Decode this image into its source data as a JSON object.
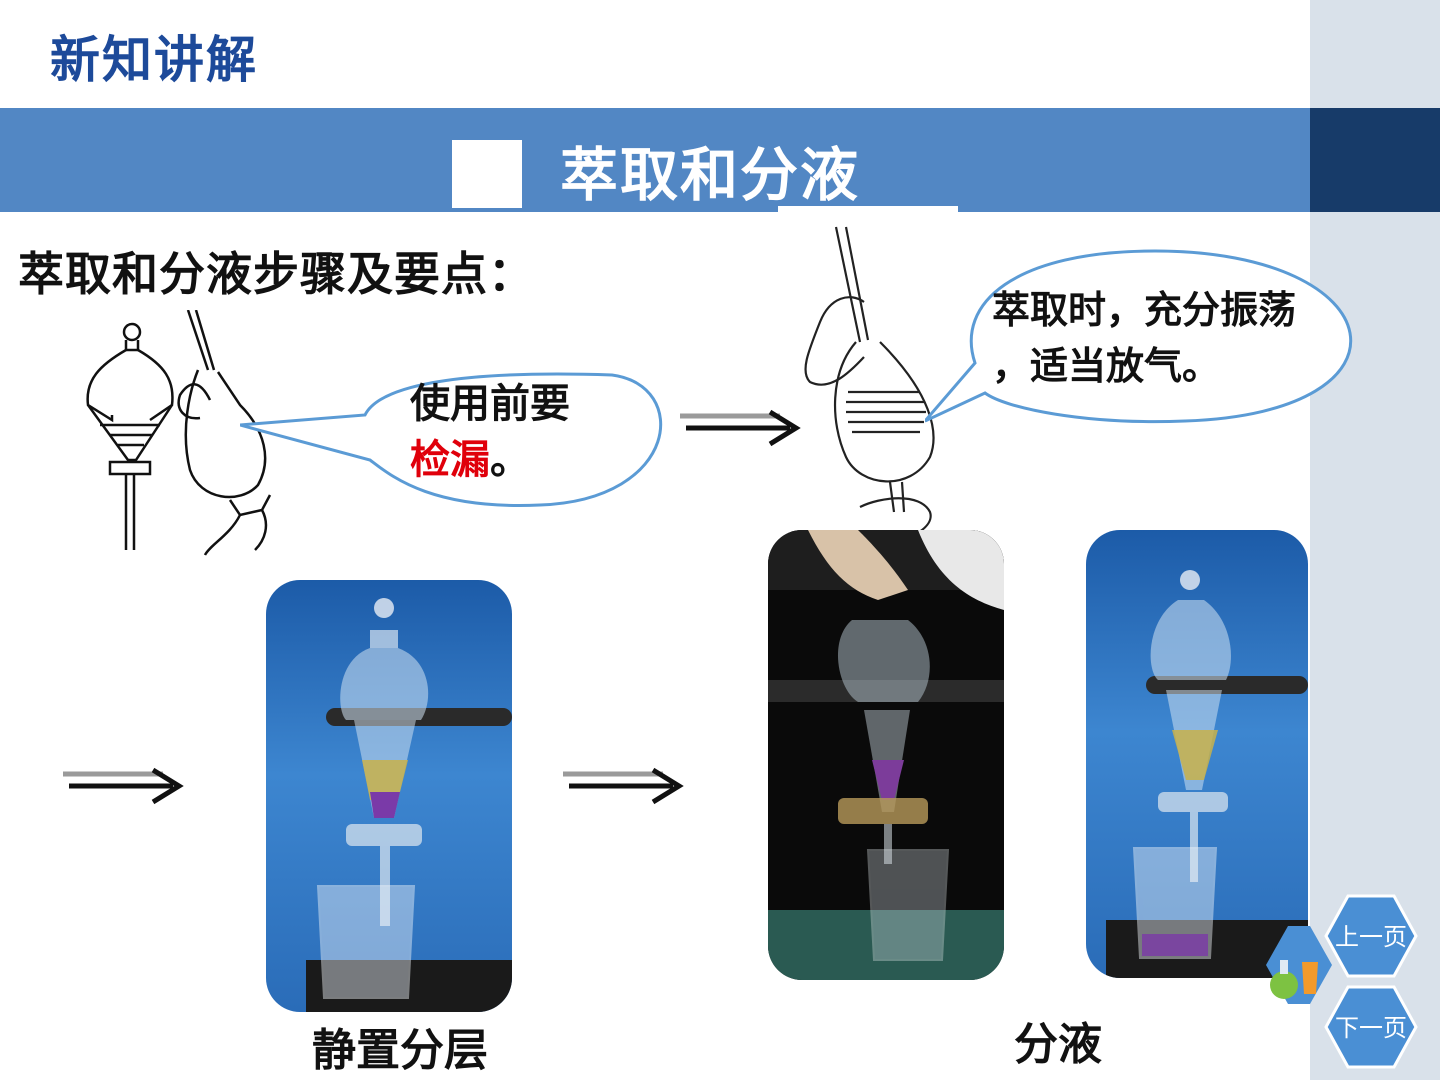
{
  "header": {
    "page_title": "新知讲解",
    "section_title": "萃取和分液"
  },
  "content": {
    "subtitle": "萃取和分液步骤及要点：",
    "bubble1": {
      "line1": "使用前要",
      "highlight": "检漏",
      "suffix": "。"
    },
    "bubble2": {
      "line1": "萃取时，充分振荡",
      "line2": "，适当放气。"
    },
    "caption_settle": "静置分层",
    "caption_separate": "分液"
  },
  "nav": {
    "prev_label": "上一页",
    "next_label": "下一页"
  },
  "colors": {
    "header_band": "#5287c4",
    "accent_dark": "#173b69",
    "title_blue": "#1d4a9a",
    "highlight_red": "#e0000b",
    "bubble_border": "#5b9bd5",
    "hex_blue": "#4a8fd4"
  }
}
